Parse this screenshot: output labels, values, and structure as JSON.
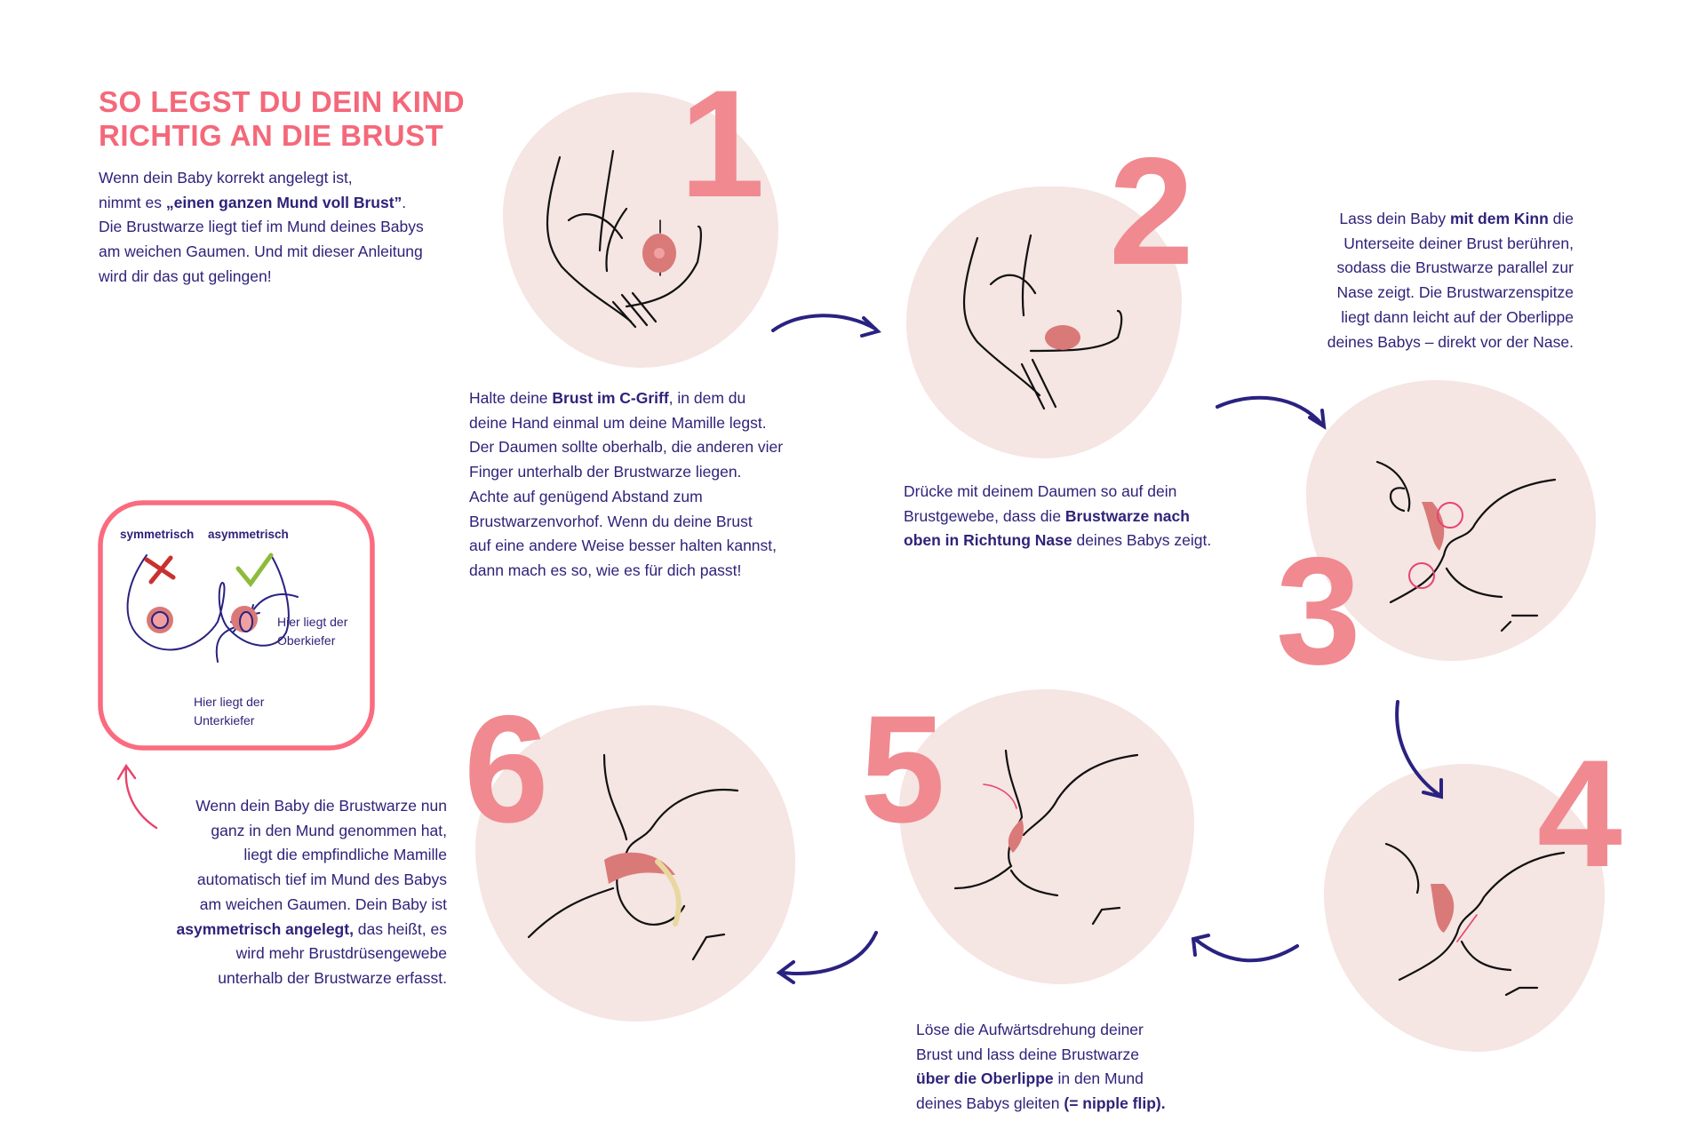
{
  "title": {
    "line1": "SO LEGST DU DEIN KIND",
    "line2": "RICHTIG AN DIE BRUST"
  },
  "intro": {
    "l1": "Wenn dein Baby korrekt angelegt ist,",
    "l2a": "nimmt es ",
    "l2b": "„einen ganzen Mund voll Brust”",
    "l2c": ".",
    "l3": "Die Brustwarze liegt tief im Mund deines Babys",
    "l4": "am weichen Gaumen. Und mit dieser Anleitung",
    "l5": "wird dir das gut gelingen!"
  },
  "steps": [
    {
      "number": "1",
      "t": [
        "Halte deine ",
        "Brust im C-Griff",
        ", in dem du",
        "deine Hand einmal um deine Mamille legst.",
        "Der Daumen sollte oberhalb, die anderen vier",
        "Finger unterhalb der Brustwarze liegen.",
        "Achte auf genügend Abstand zum",
        "Brustwarzenvorhof. Wenn du deine Brust",
        "auf eine andere Weise besser halten kannst,",
        "dann mach es so, wie es für dich passt!"
      ]
    },
    {
      "number": "2",
      "t": [
        "Drücke mit deinem Daumen so auf dein",
        "Brustgewebe, dass die ",
        "Brustwarze nach",
        "oben in Richtung Nase",
        " deines Babys zeigt."
      ]
    },
    {
      "number": "3",
      "t": [
        "Lass dein Baby ",
        "mit dem Kinn",
        " die",
        "Unterseite deiner Brust berühren,",
        "sodass die Brustwarze parallel zur",
        "Nase zeigt. Die Brustwarzenspitze",
        "liegt dann leicht auf der Oberlippe",
        "deines Babys – direkt vor der Nase."
      ]
    },
    {
      "number": "4"
    },
    {
      "number": "5",
      "t": [
        "Löse die Aufwärtsdrehung deiner",
        "Brust und lass deine Brustwarze",
        "über die Oberlippe",
        " in den Mund",
        "deines Babys gleiten ",
        "(= nipple flip)."
      ]
    },
    {
      "number": "6",
      "t": [
        "Wenn dein Baby die Brustwarze nun",
        "ganz in den Mund genommen hat,",
        "liegt die empfindliche Mamille",
        "automatisch tief im Mund des Babys",
        "am weichen Gaumen. Dein Baby ist",
        "asymmetrisch angelegt,",
        " das heißt, es",
        "wird mehr Brustdrüsengewebe",
        "unterhalb der Brustwarze erfasst."
      ]
    }
  ],
  "infobox": {
    "symmetric": "symmetrisch",
    "asymmetric": "asymmetrisch",
    "upper": [
      "Hier liegt der",
      "Oberkiefer"
    ],
    "lower": [
      "Hier liegt der",
      "Unterkiefer"
    ]
  },
  "colors": {
    "accent": "#f4687a",
    "number": "#f08a90",
    "blob": "#f5e5e3",
    "text": "#2e2379",
    "box_border": "#fb6b7f",
    "wrong": "#c8312f",
    "right": "#8cbc3a"
  }
}
